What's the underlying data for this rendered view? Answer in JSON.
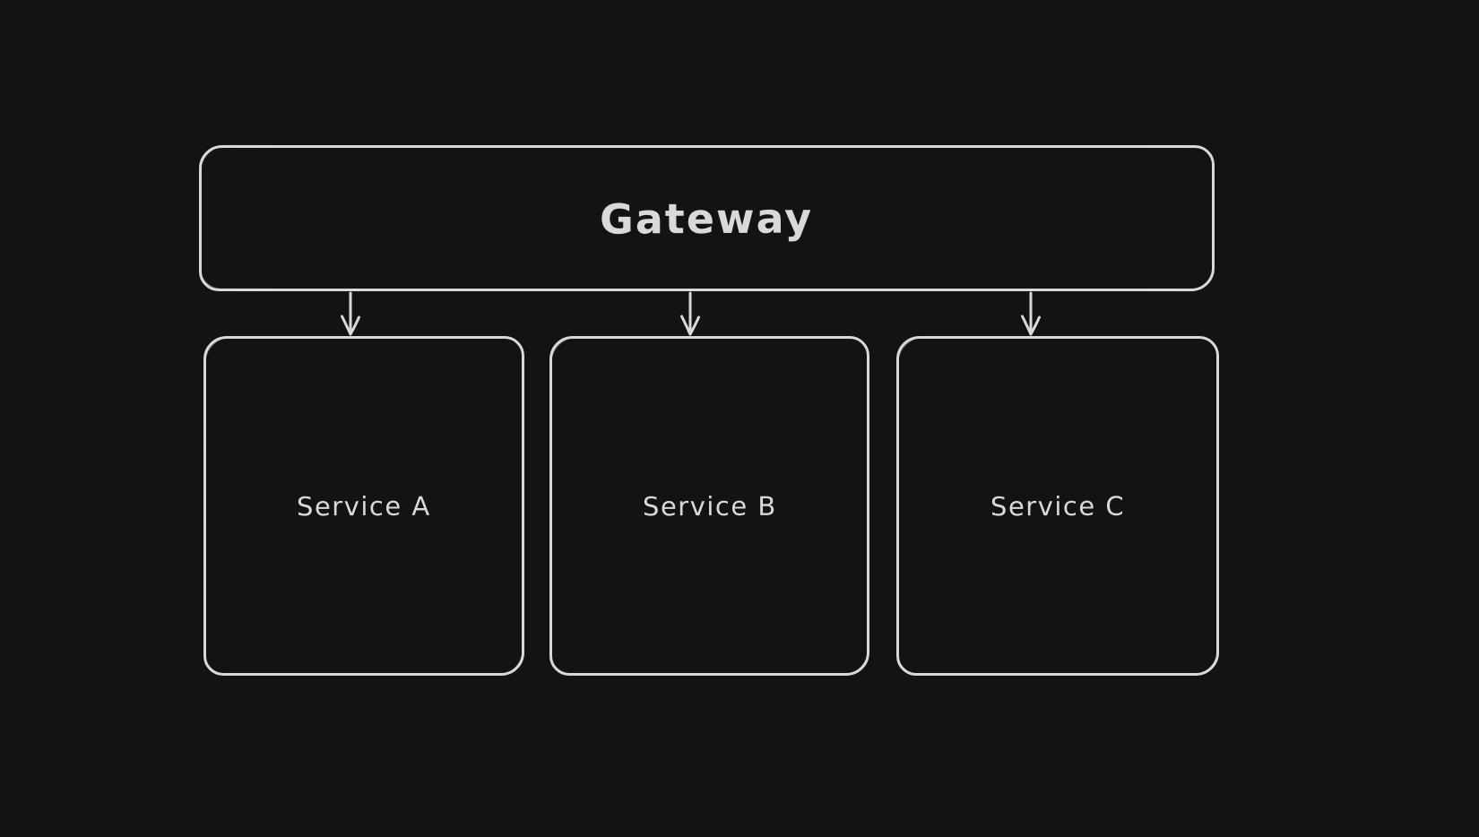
{
  "canvas": {
    "background_color": "#131313",
    "stroke_color": "#d9d9d9",
    "style": "hand-drawn dark-mode diagram"
  },
  "nodes": {
    "gateway": {
      "label": "Gateway"
    },
    "service_a": {
      "label": "Service A"
    },
    "service_b": {
      "label": "Service B"
    },
    "service_c": {
      "label": "Service C"
    }
  },
  "edges": [
    {
      "from": "Gateway",
      "to": "Service A",
      "type": "arrow-down"
    },
    {
      "from": "Gateway",
      "to": "Service B",
      "type": "arrow-down"
    },
    {
      "from": "Gateway",
      "to": "Service C",
      "type": "arrow-down"
    }
  ]
}
